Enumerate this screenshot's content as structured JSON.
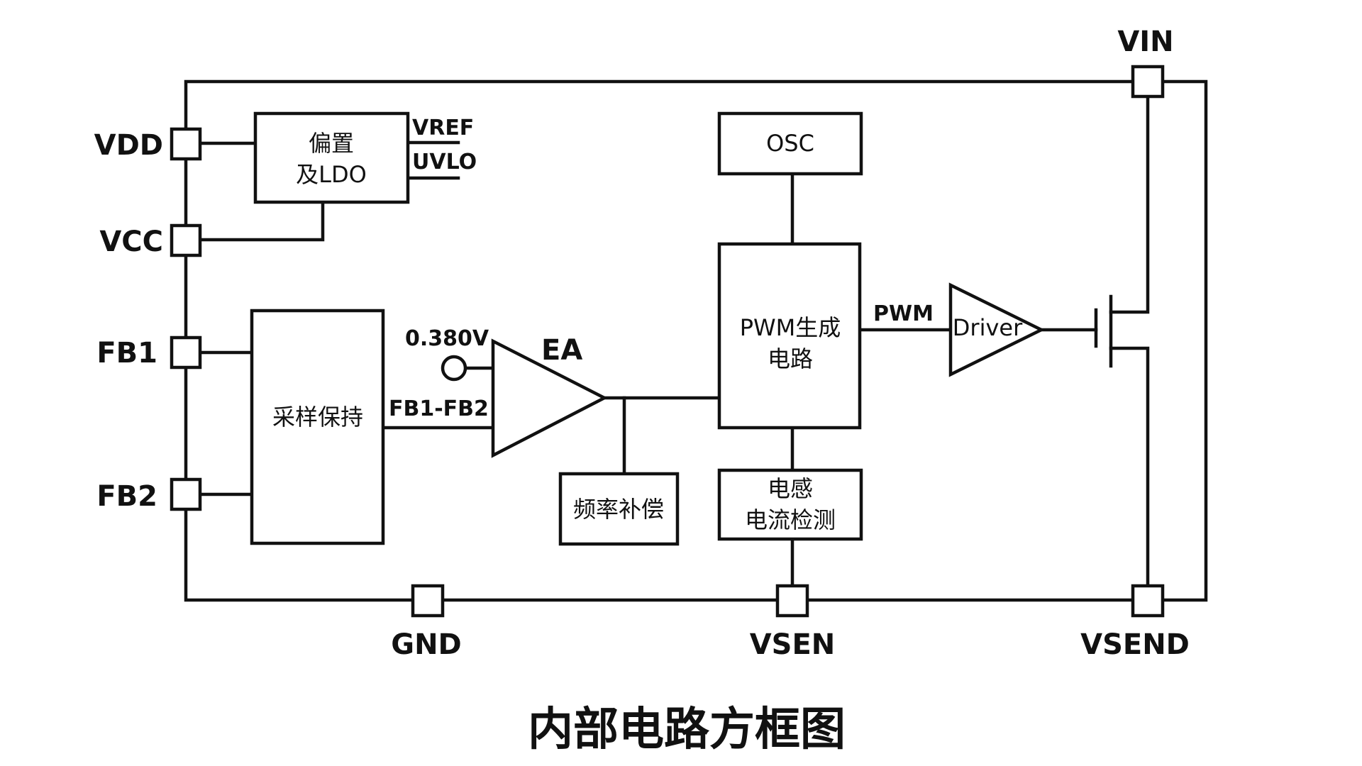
{
  "pins": {
    "vdd": "VDD",
    "vcc": "VCC",
    "fb1": "FB1",
    "fb2": "FB2",
    "gnd": "GND",
    "vsen": "VSEN",
    "vsend": "VSEND",
    "vin": "VIN"
  },
  "blocks": {
    "bias_line1": "偏置",
    "bias_line2": "及LDO",
    "sample_hold": "采样保持",
    "freq_comp": "频率补偿",
    "osc": "OSC",
    "pwm_line1": "PWM生成",
    "pwm_line2": "电路",
    "sense_line1": "电感",
    "sense_line2": "电流检测",
    "driver": "Driver"
  },
  "signals": {
    "vref": "VREF",
    "uvlo": "UVLO",
    "ref_voltage": "0.380V",
    "ea": "EA",
    "fb_diff": "FB1-FB2",
    "pwm": "PWM"
  },
  "caption": "内部电路方框图"
}
